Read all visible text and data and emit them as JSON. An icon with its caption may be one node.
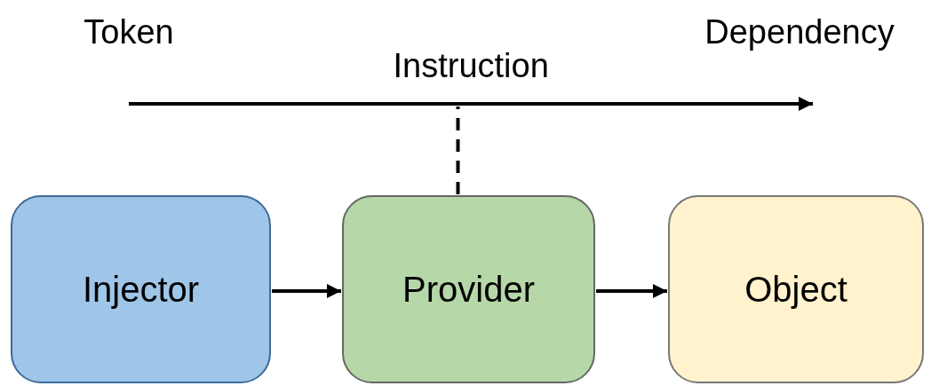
{
  "diagram": {
    "nodes": [
      {
        "text": [
          "Token"
        ]
      },
      {
        "text": [
          "Dependency"
        ]
      },
      {
        "text": [
          "Injector"
        ]
      },
      {
        "text": [
          "Provider"
        ]
      },
      {
        "text": [
          "Object"
        ]
      }
    ],
    "edges": [
      {
        "from": 0,
        "to": 1,
        "arrow": "to",
        "label": "Instruction"
      },
      {
        "from": 2,
        "to": 3,
        "arrow": "to"
      },
      {
        "from": 3,
        "to": 4,
        "arrow": "to"
      },
      {
        "from": 3,
        "to": null,
        "arrow": "none",
        "style": "dashed"
      }
    ]
  }
}
